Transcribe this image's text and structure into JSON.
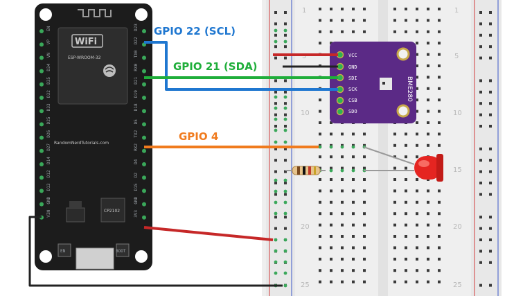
{
  "labels": {
    "gpio22": "GPIO 22 (SCL)",
    "gpio21": "GPIO 21 (SDA)",
    "gpio4": "GPIO 4"
  },
  "esp32": {
    "wifi_logo": "WiFi",
    "module_text": "ESP-WROOM-32",
    "board_url": "RandomNerdTutorials.com",
    "usb_chip": "CP2102",
    "en_button": "EN",
    "boot_button": "BOOT",
    "left_pins": [
      "EN",
      "VP",
      "VN",
      "D34",
      "D35",
      "D32",
      "D33",
      "D25",
      "D26",
      "D27",
      "D14",
      "D12",
      "D13",
      "GND",
      "VIN"
    ],
    "right_pins": [
      "D23",
      "D22",
      "TX0",
      "RX0",
      "D21",
      "D19",
      "D18",
      "D5",
      "TX2",
      "RX2",
      "D4",
      "D2",
      "D15",
      "GND",
      "3V3"
    ]
  },
  "bme280": {
    "name": "BME280",
    "pins": [
      "VCC",
      "GND",
      "SDI",
      "SCK",
      "CSB",
      "SDO"
    ]
  },
  "breadboard": {
    "row_numbers": [
      "1",
      "5",
      "10",
      "15",
      "20",
      "25"
    ]
  },
  "colors": {
    "scl_wire": "#1f77d0",
    "sda_wire": "#1fae3a",
    "gpio4_wire": "#f07b1e",
    "power_wire": "#c62828",
    "ground_wire": "#222222",
    "esp_board": "#1c1c1c",
    "bme_board": "#5b2a86",
    "led": "#e52521"
  }
}
